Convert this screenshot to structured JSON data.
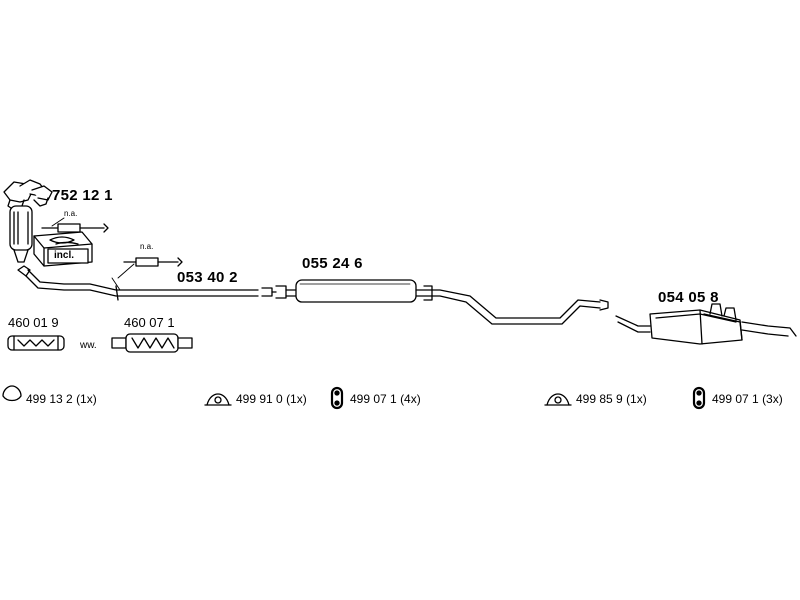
{
  "parts": {
    "catalytic_converter": "752 12 1",
    "front_pipe": "053 40 2",
    "middle_silencer": "055 24 6",
    "rear_silencer": "054 05 8",
    "flex_pipe_a": "460 01 9",
    "flex_pipe_b": "460 07 1"
  },
  "notes": {
    "na_upper": "n.a.",
    "na_lower": "n.a.",
    "incl": "incl.",
    "ww": "ww."
  },
  "accessories": [
    {
      "part": "499 13 2",
      "qty": "(1x)",
      "icon": "gasket-ring-icon"
    },
    {
      "part": "499 91 0",
      "qty": "(1x)",
      "icon": "gasket-ring-icon"
    },
    {
      "part": "499 07 1",
      "qty": "(4x)",
      "icon": "rubber-hanger-icon"
    },
    {
      "part": "499 85 9",
      "qty": "(1x)",
      "icon": "gasket-ring-icon"
    },
    {
      "part": "499 07 1",
      "qty": "(3x)",
      "icon": "rubber-hanger-icon"
    }
  ]
}
